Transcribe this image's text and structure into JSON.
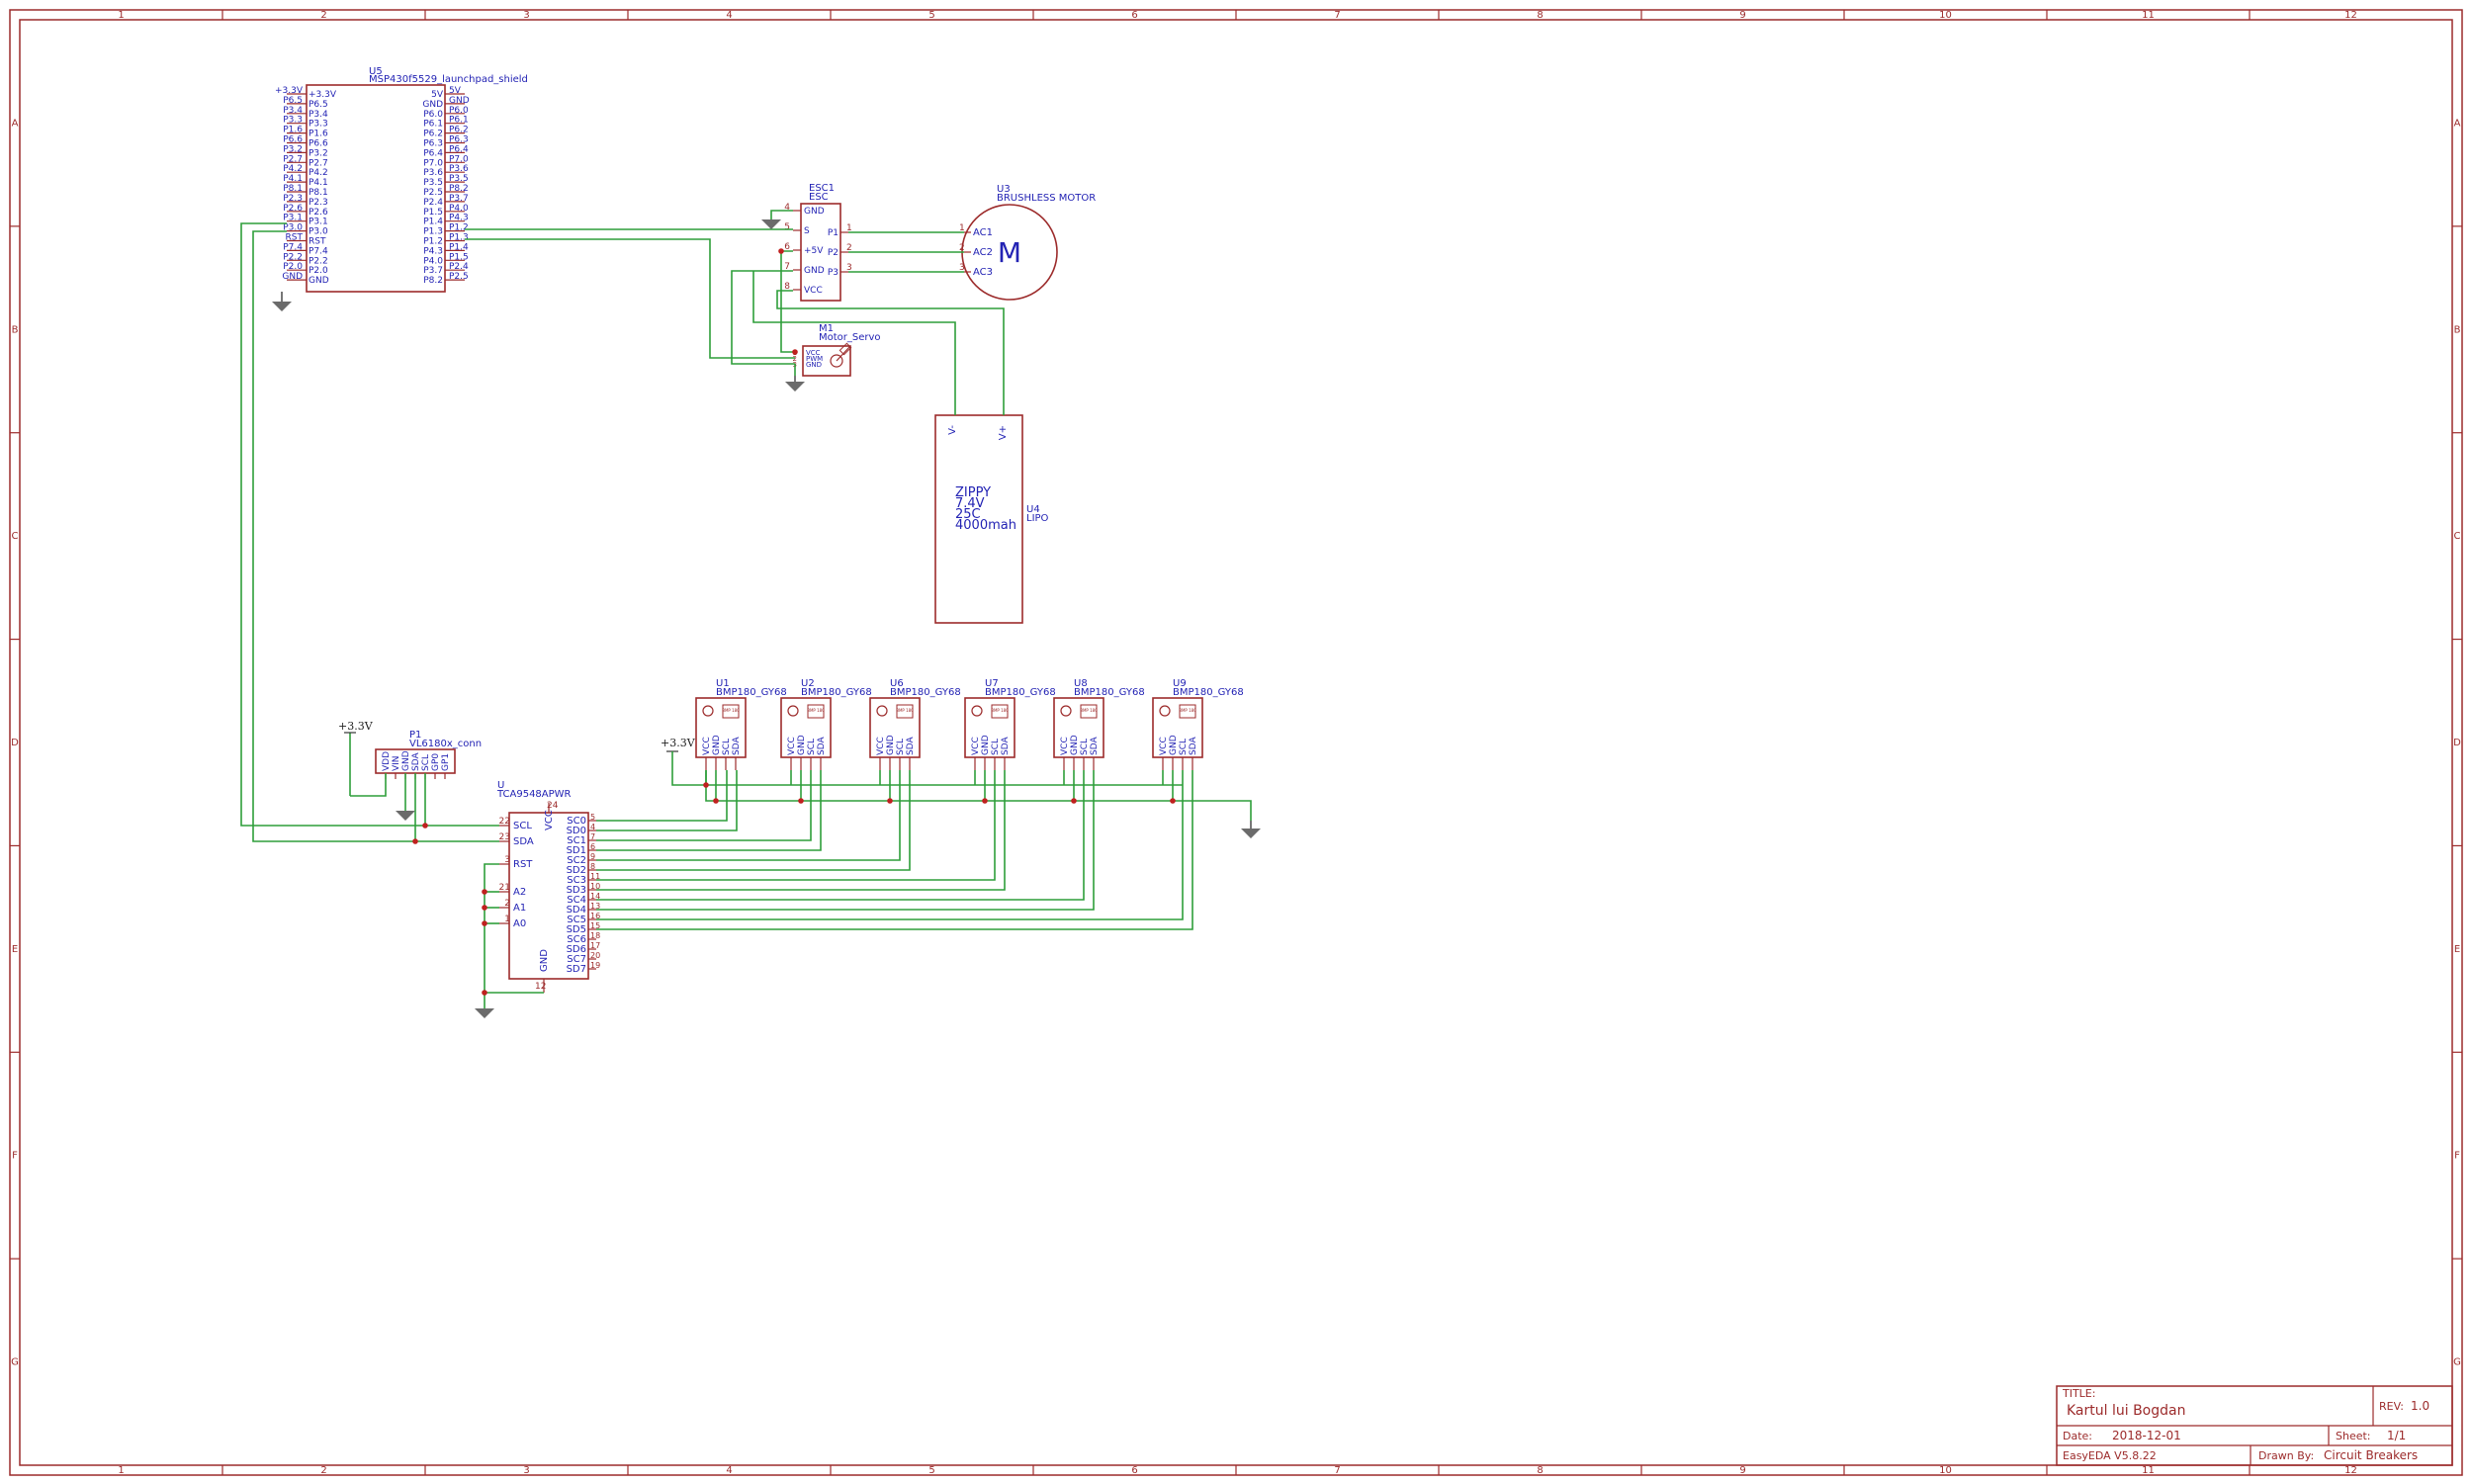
{
  "columns": [
    "1",
    "2",
    "3",
    "4",
    "5",
    "6",
    "7",
    "8",
    "9",
    "10",
    "11",
    "12"
  ],
  "rows": [
    "A",
    "B",
    "C",
    "D",
    "E",
    "F",
    "G"
  ],
  "u5": {
    "ref": "U5",
    "name": "MSP430f5529_launchpad_shield",
    "left_pins": [
      "+3.3V",
      "P6.5",
      "P3.4",
      "P3.3",
      "P1.6",
      "P6.6",
      "P3.2",
      "P2.7",
      "P4.2",
      "P4.1",
      "P8.1",
      "P2.3",
      "P2.6",
      "P3.1",
      "P3.0",
      "RST",
      "P7.4",
      "P2.2",
      "P2.0",
      "GND"
    ],
    "left_nets": [
      "+3.3V",
      "P6.5",
      "P3.4",
      "P3.3",
      "P1.6",
      "P6.6",
      "P3.2",
      "P2.7",
      "P4.2",
      "P4.1",
      "P8.1",
      "P2.3",
      "P2.6",
      "P3.1",
      "P3.0",
      "RST",
      "P7.4",
      "P2.2",
      "P2.0",
      "GND"
    ],
    "right_pins": [
      "5V",
      "GND",
      "P6.0",
      "P6.1",
      "P6.2",
      "P6.3",
      "P6.4",
      "P7.0",
      "P3.6",
      "P3.5",
      "P2.5",
      "P2.4",
      "P1.5",
      "P1.4",
      "P1.3",
      "P1.2",
      "P4.3",
      "P4.0",
      "P3.7",
      "P8.2"
    ],
    "right_nets": [
      "5V",
      "GND",
      "P6.0",
      "P6.1",
      "P6.2",
      "P6.3",
      "P6.4",
      "P7.0",
      "P3.6",
      "P3.5",
      "P8.2",
      "P3.7",
      "P4.0",
      "P4.3",
      "P1.2",
      "P1.3",
      "P1.4",
      "P1.5",
      "P2.4",
      "P2.5"
    ]
  },
  "esc": {
    "ref": "ESC1",
    "name": "ESC",
    "left_pins": [
      {
        "num": "4",
        "label": "GND"
      },
      {
        "num": "5",
        "label": "S"
      },
      {
        "num": "6",
        "label": "+5V"
      },
      {
        "num": "7",
        "label": "GND"
      },
      {
        "num": "8",
        "label": "VCC"
      }
    ],
    "right_pins": [
      {
        "num": "1",
        "label": "P1"
      },
      {
        "num": "2",
        "label": "P2"
      },
      {
        "num": "3",
        "label": "P3"
      }
    ]
  },
  "motor": {
    "ref": "U3",
    "name": "BRUSHLESS MOTOR",
    "symbol": "M",
    "pins": [
      {
        "num": "1",
        "label": "AC1"
      },
      {
        "num": "2",
        "label": "AC2"
      },
      {
        "num": "3",
        "label": "AC3"
      }
    ]
  },
  "servo": {
    "ref": "M1",
    "name": "Motor_Servo",
    "pins": [
      {
        "num": "1",
        "label": "VCC"
      },
      {
        "num": "2",
        "label": "PWM"
      },
      {
        "num": "3",
        "label": "GND"
      }
    ]
  },
  "lipo": {
    "ref": "U4",
    "name": "LIPO",
    "pin_minus": "V-",
    "pin_plus": "V+",
    "text": [
      "ZIPPY",
      "7.4V",
      "25C",
      "4000mah"
    ]
  },
  "sensors": [
    {
      "ref": "U1",
      "name": "BMP180_GY68"
    },
    {
      "ref": "U2",
      "name": "BMP180_GY68"
    },
    {
      "ref": "U6",
      "name": "BMP180_GY68"
    },
    {
      "ref": "U7",
      "name": "BMP180_GY68"
    },
    {
      "ref": "U8",
      "name": "BMP180_GY68"
    },
    {
      "ref": "U9",
      "name": "BMP180_GY68"
    }
  ],
  "sensor_pins": [
    "VCC",
    "GND",
    "SCL",
    "SDA"
  ],
  "sensor_chip": "BMP 180",
  "vl": {
    "ref": "P1",
    "name": "VL6180x_conn",
    "pins": [
      "VDD",
      "VIN",
      "GND",
      "SDA",
      "SCL",
      "GP0",
      "GP1"
    ]
  },
  "tca": {
    "ref": "U",
    "name": "TCA9548APWR",
    "vcc_label": "VCC",
    "vcc_num": "24",
    "gnd_label": "GND",
    "gnd_num": "12",
    "left_pins": [
      {
        "num": "22",
        "label": "SCL"
      },
      {
        "num": "23",
        "label": "SDA"
      },
      {
        "num": "3",
        "label": "RST"
      },
      {
        "num": "21",
        "label": "A2"
      },
      {
        "num": "2",
        "label": "A1"
      },
      {
        "num": "1",
        "label": "A0"
      }
    ],
    "right_pins": [
      {
        "num": "5",
        "label": "SC0"
      },
      {
        "num": "4",
        "label": "SD0"
      },
      {
        "num": "7",
        "label": "SC1"
      },
      {
        "num": "6",
        "label": "SD1"
      },
      {
        "num": "9",
        "label": "SC2"
      },
      {
        "num": "8",
        "label": "SD2"
      },
      {
        "num": "11",
        "label": "SC3"
      },
      {
        "num": "10",
        "label": "SD3"
      },
      {
        "num": "14",
        "label": "SC4"
      },
      {
        "num": "13",
        "label": "SD4"
      },
      {
        "num": "16",
        "label": "SC5"
      },
      {
        "num": "15",
        "label": "SD5"
      },
      {
        "num": "18",
        "label": "SC6"
      },
      {
        "num": "17",
        "label": "SD6"
      },
      {
        "num": "20",
        "label": "SC7"
      },
      {
        "num": "19",
        "label": "SD7"
      }
    ]
  },
  "power": {
    "vl_supply": "+3.3V",
    "sensor_supply": "+3.3V"
  },
  "title_block": {
    "title_label": "TITLE:",
    "title": "Kartul lui Bogdan",
    "rev_label": "REV:",
    "rev": "1.0",
    "date_label": "Date:",
    "date": "2018-12-01",
    "sheet_label": "Sheet:",
    "sheet": "1/1",
    "software": "EasyEDA V5.8.22",
    "drawn_label": "Drawn By:",
    "drawn_by": "Circuit Breakers"
  }
}
